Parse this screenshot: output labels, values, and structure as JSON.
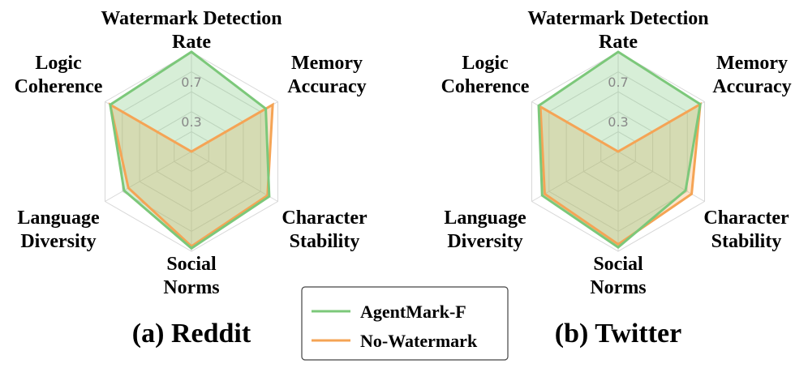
{
  "chart_data": [
    {
      "type": "radar",
      "caption": "(a) Reddit",
      "axes": [
        [
          "Watermark Detection",
          "Rate"
        ],
        [
          "Memory",
          "Accuracy"
        ],
        [
          "Character",
          "Stability"
        ],
        [
          "Social",
          "Norms"
        ],
        [
          "Language",
          "Diversity"
        ],
        [
          "Logic",
          "Coherence"
        ]
      ],
      "ticks": [
        "0.3",
        "0.7"
      ],
      "rlim": [
        0,
        1
      ],
      "grid": true,
      "series": [
        {
          "name": "AgentMark-F",
          "values": [
            1.0,
            0.86,
            0.9,
            0.97,
            0.78,
            0.94
          ]
        },
        {
          "name": "No-Watermark",
          "values": [
            0.0,
            0.94,
            0.88,
            0.95,
            0.73,
            0.94
          ]
        }
      ]
    },
    {
      "type": "radar",
      "caption": "(b) Twitter",
      "axes": [
        [
          "Watermark Detection",
          "Rate"
        ],
        [
          "Memory",
          "Accuracy"
        ],
        [
          "Character",
          "Stability"
        ],
        [
          "Social",
          "Norms"
        ],
        [
          "Language",
          "Diversity"
        ],
        [
          "Logic",
          "Coherence"
        ]
      ],
      "ticks": [
        "0.3",
        "0.7"
      ],
      "rlim": [
        0,
        1
      ],
      "grid": true,
      "series": [
        {
          "name": "AgentMark-F",
          "values": [
            1.0,
            0.95,
            0.78,
            0.96,
            0.88,
            0.92
          ]
        },
        {
          "name": "No-Watermark",
          "values": [
            0.0,
            0.95,
            0.85,
            0.93,
            0.85,
            0.9
          ]
        }
      ]
    }
  ],
  "legend": {
    "placement": "bottom-center",
    "entries": [
      "AgentMark-F",
      "No-Watermark"
    ]
  },
  "colors": {
    "AgentMark-F": "#7cc87a",
    "No-Watermark": "#f5a455",
    "AgentMark-F_fill": "#7cc87a",
    "No-Watermark_fill": "#f5a455",
    "grid": "#d8d8d8"
  }
}
